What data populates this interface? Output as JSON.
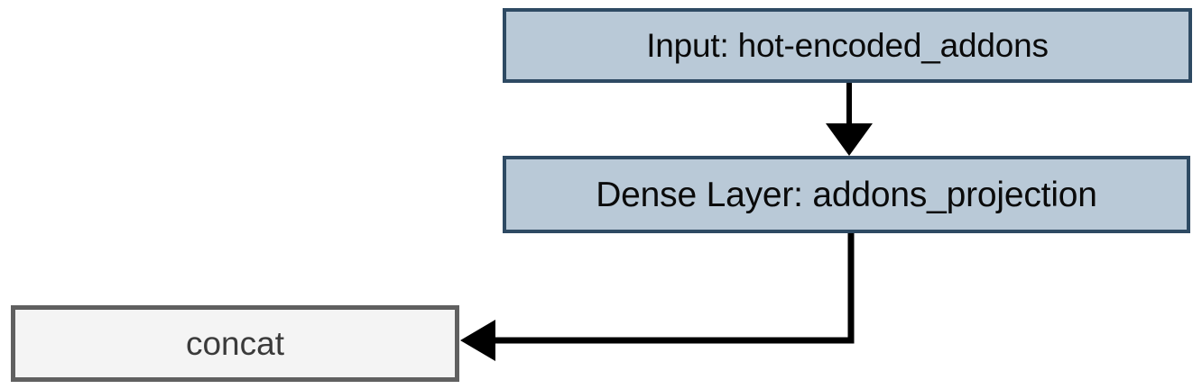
{
  "diagram": {
    "type": "flowchart",
    "orientation": "top-down",
    "background_color": "#ffffff",
    "nodes": [
      {
        "id": "input_addons",
        "label": "Input: hot-encoded_addons",
        "shape": "rectangle",
        "fill_color": "#b9c9d7",
        "border_color": "#2e4a63",
        "text_color": "#0a0a0a"
      },
      {
        "id": "addons_projection",
        "label": "Dense Layer: addons_projection",
        "shape": "rectangle",
        "fill_color": "#b9c9d7",
        "border_color": "#2e4a63",
        "text_color": "#0a0a0a"
      },
      {
        "id": "concat",
        "label": "concat",
        "shape": "rectangle",
        "fill_color": "#f4f4f4",
        "border_color": "#606060",
        "text_color": "#3b3b3b"
      }
    ],
    "edges": [
      {
        "id": "edge-input-to-dense",
        "from": "input_addons",
        "to": "addons_projection",
        "style": "straight-down",
        "arrowhead": "solid-triangle-down",
        "color": "#000000"
      },
      {
        "id": "edge-dense-to-concat",
        "from": "addons_projection",
        "to": "concat",
        "style": "elbow-down-left",
        "arrowhead": "solid-triangle-left",
        "color": "#000000"
      }
    ]
  }
}
